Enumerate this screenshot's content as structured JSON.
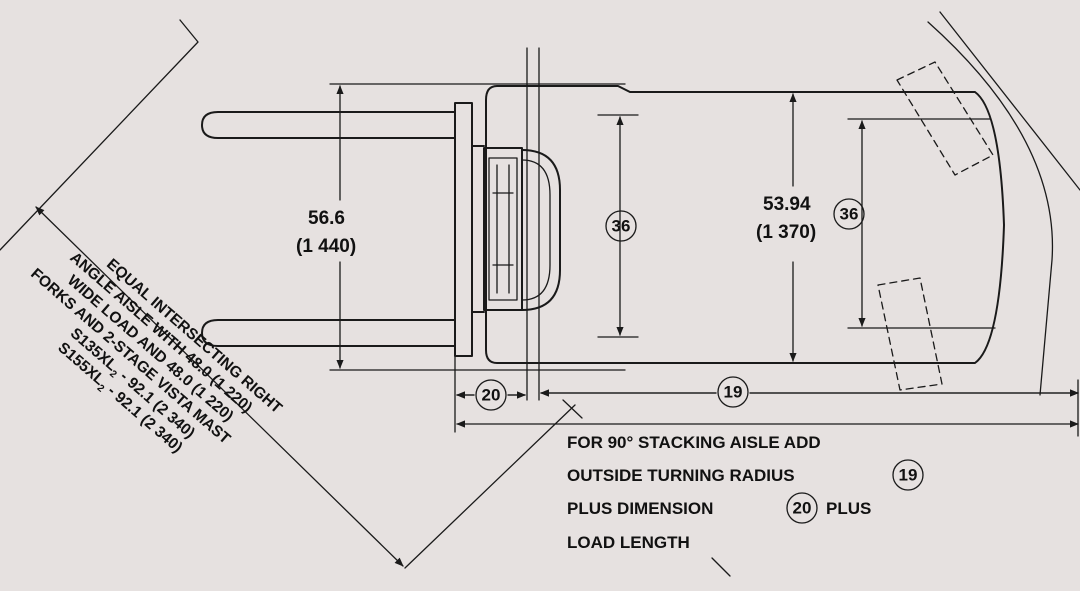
{
  "dimensions": {
    "fork_width_in": "56.6",
    "fork_width_mm": "(1 440)",
    "truck_width_in": "53.94",
    "truck_width_mm": "(1 370)",
    "ref_36_left": "36",
    "ref_36_right": "36",
    "ref_20": "20",
    "ref_19": "19"
  },
  "stacking_note": {
    "line1": "FOR 90° STACKING AISLE ADD",
    "line2_text": "OUTSIDE TURNING RADIUS",
    "line2_ref": "19",
    "line3_text_a": "PLUS DIMENSION",
    "line3_ref": "20",
    "line3_text_b": "PLUS",
    "line4": "LOAD LENGTH"
  },
  "aisle_note": {
    "line1": "EQUAL INTERSECTING RIGHT",
    "line2": "ANGLE AISLE WITH 48.0 (1 220)",
    "line3": "WIDE LOAD AND 48.0 (1 220)",
    "line4": "FORKS AND 2-STAGE VISTA MAST",
    "line5_model": "S135XL",
    "line5_sub": "2",
    "line5_value": " - 92.1 (2 340)",
    "line6_model": "S155XL",
    "line6_sub": "2",
    "line6_value": " - 92.1 (2 340)"
  }
}
